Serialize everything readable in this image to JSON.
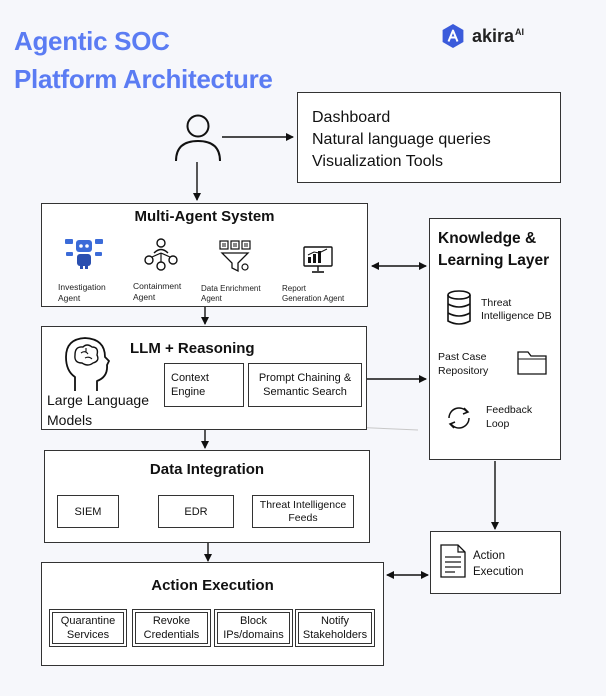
{
  "header": {
    "title_line1": "Agentic SOC",
    "title_line2": "Platform Architecture",
    "brand_name": "akira",
    "brand_suffix": "AI",
    "accent_color": "#5b7cf3"
  },
  "user_outputs": {
    "items": [
      "Dashboard",
      "Natural language queries",
      "Visualization Tools"
    ]
  },
  "multi_agent": {
    "title": "Multi-Agent System",
    "agents": [
      {
        "line1": "Investigation",
        "line2": "Agent"
      },
      {
        "line1": "Containment",
        "line2": "Agent"
      },
      {
        "line1": "Data Enrichment",
        "line2": "Agent"
      },
      {
        "line1": "Report",
        "line2": "Generation Agent"
      }
    ]
  },
  "llm": {
    "title": "LLM + Reasoning",
    "models_line1": "Large Language",
    "models_line2": "Models",
    "context_line1": "Context",
    "context_line2": "Engine",
    "prompt_line1": "Prompt Chaining &",
    "prompt_line2": "Semantic Search"
  },
  "knowledge": {
    "title_line1": "Knowledge &",
    "title_line2": "Learning Layer",
    "threat_line1": "Threat",
    "threat_line2": "Intelligence DB",
    "past_line1": "Past Case",
    "past_line2": "Repository",
    "feedback_line1": "Feedback",
    "feedback_line2": "Loop"
  },
  "data_integration": {
    "title": "Data Integration",
    "siem": "SIEM",
    "edr": "EDR",
    "feeds_line1": "Threat Intelligence",
    "feeds_line2": "Feeds"
  },
  "action_execution": {
    "title": "Action Execution",
    "actions": [
      {
        "line1": "Quarantine",
        "line2": "Services"
      },
      {
        "line1": "Revoke",
        "line2": "Credentials"
      },
      {
        "line1": "Block",
        "line2": "IPs/domains"
      },
      {
        "line1": "Notify",
        "line2": "Stakeholders"
      }
    ],
    "side_line1": "Action",
    "side_line2": "Execution"
  }
}
